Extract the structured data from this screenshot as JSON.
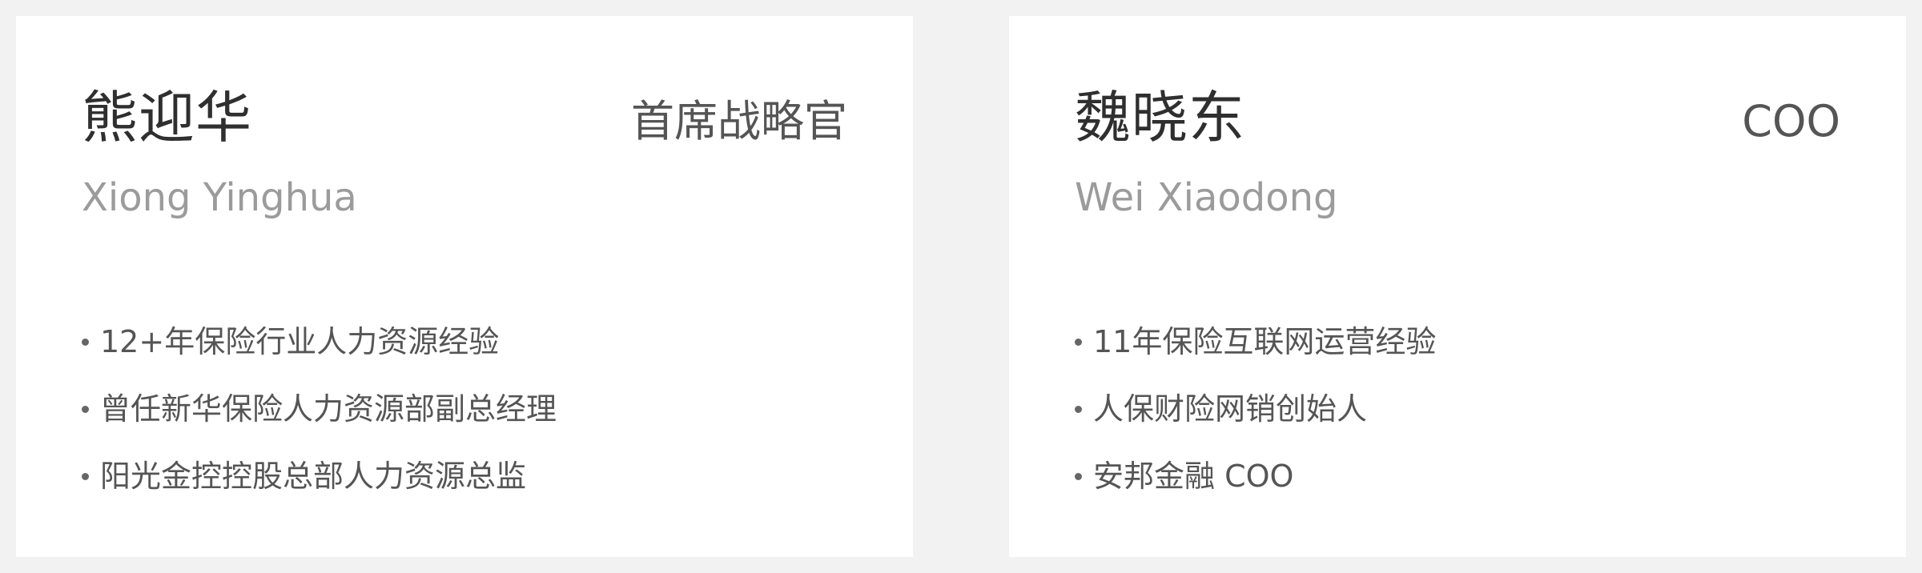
{
  "people": [
    {
      "name": "熊迎华",
      "title": "首席战略官",
      "pinyin": "Xiong Yinghua",
      "bullets": [
        "12+年保险行业人力资源经验",
        "曾任新华保险人力资源部副总经理",
        "阳光金控控股总部人力资源总监"
      ]
    },
    {
      "name": "魏晓东",
      "title": "COO",
      "pinyin": "Wei Xiaodong",
      "bullets": [
        "11年保险互联网运营经验",
        "人保财险网销创始人",
        "安邦金融 COO"
      ]
    }
  ]
}
